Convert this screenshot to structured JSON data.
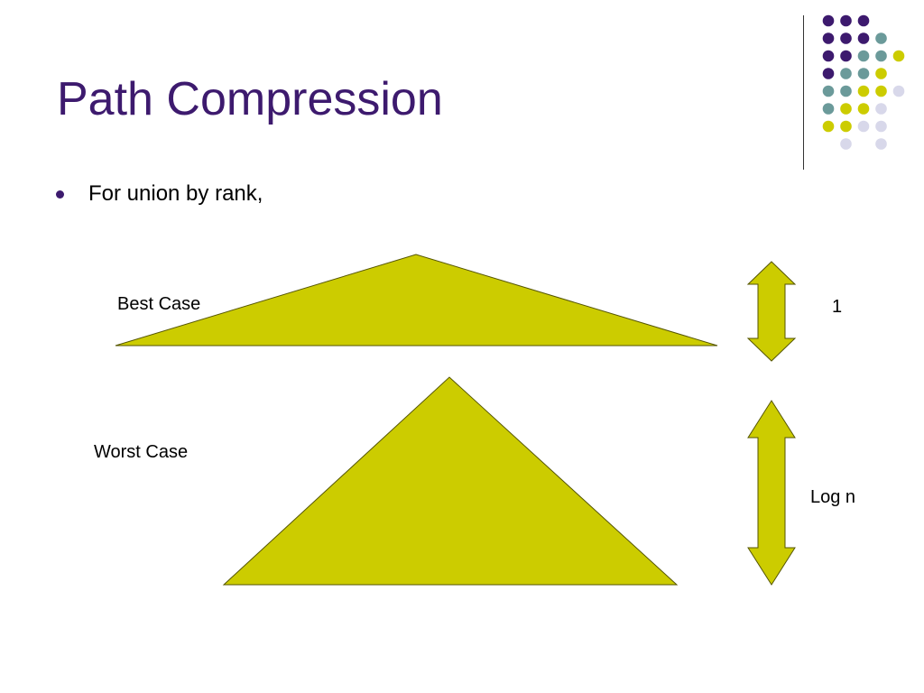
{
  "slide": {
    "title": "Path Compression",
    "bullet": "For union by rank,"
  },
  "diagram": {
    "best_case_label": "Best Case",
    "worst_case_label": "Worst Case",
    "best_case_height": "1",
    "worst_case_height": "Log n"
  },
  "colors": {
    "title": "#3d1a6e",
    "triangle_fill": "#cccc00",
    "decor_purple": "#3d1a6e",
    "decor_teal": "#6b9a9a",
    "decor_yellow": "#cccc00",
    "decor_lavender": "#d8d8ea"
  },
  "decor_dot_grid": [
    [
      "purple",
      "purple",
      "purple",
      "",
      ""
    ],
    [
      "purple",
      "purple",
      "purple",
      "teal",
      ""
    ],
    [
      "purple",
      "purple",
      "teal",
      "teal",
      "yellow"
    ],
    [
      "purple",
      "teal",
      "teal",
      "yellow",
      ""
    ],
    [
      "teal",
      "teal",
      "yellow",
      "yellow",
      "lavender"
    ],
    [
      "teal",
      "yellow",
      "yellow",
      "lavender",
      ""
    ],
    [
      "yellow",
      "yellow",
      "lavender",
      "lavender",
      ""
    ],
    [
      "",
      "lavender",
      "",
      "lavender",
      ""
    ]
  ]
}
